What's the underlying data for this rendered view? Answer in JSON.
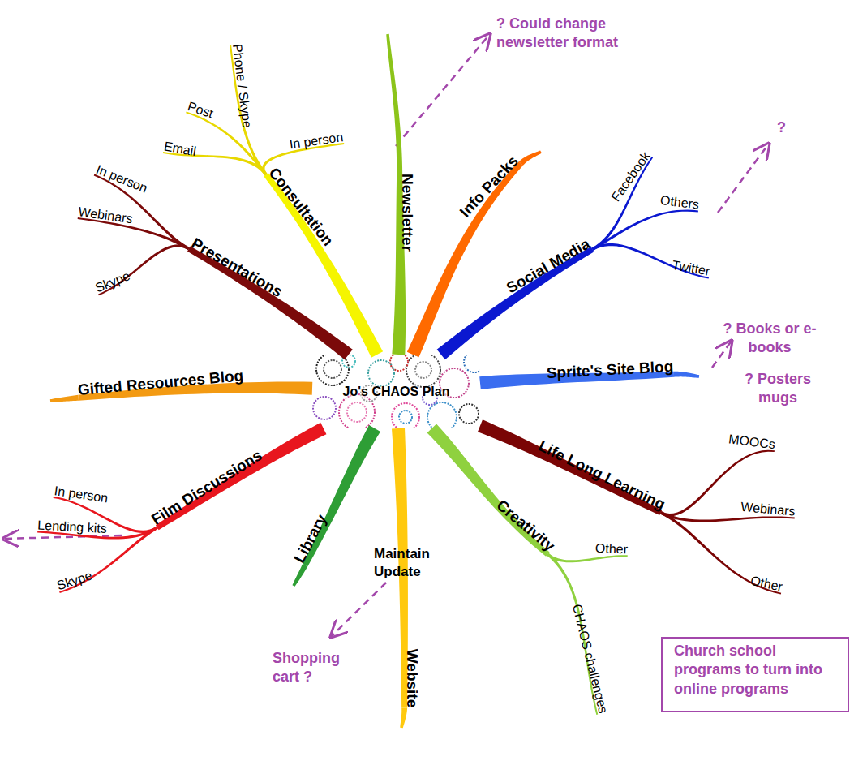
{
  "diagram": {
    "nodes": [
      {
        "text": [
          "Jo's CHAOS Plan"
        ]
      },
      {
        "text": [
          "Newsletter"
        ]
      },
      {
        "text": [
          "Info Packs"
        ]
      },
      {
        "text": [
          "Social Media"
        ]
      },
      {
        "text": [
          "Facebook"
        ]
      },
      {
        "text": [
          "Others"
        ]
      },
      {
        "text": [
          "Twitter"
        ]
      },
      {
        "text": [
          "Sprite's Site Blog"
        ]
      },
      {
        "text": [
          "Life Long Learning"
        ]
      },
      {
        "text": [
          "MOOCs"
        ]
      },
      {
        "text": [
          "Webinars"
        ]
      },
      {
        "text": [
          "Other"
        ]
      },
      {
        "text": [
          "Creativity"
        ]
      },
      {
        "text": [
          "Other"
        ]
      },
      {
        "text": [
          "CHAOS challenges"
        ]
      },
      {
        "text": [
          "Website"
        ]
      },
      {
        "text": [
          "Library"
        ]
      },
      {
        "text": [
          "Film Discussions"
        ]
      },
      {
        "text": [
          "In person"
        ]
      },
      {
        "text": [
          "Lending kits"
        ]
      },
      {
        "text": [
          "Skype"
        ]
      },
      {
        "text": [
          "Gifted Resources Blog"
        ]
      },
      {
        "text": [
          "Presentations"
        ]
      },
      {
        "text": [
          "In person"
        ]
      },
      {
        "text": [
          "Webinars"
        ]
      },
      {
        "text": [
          "Skype"
        ]
      },
      {
        "text": [
          "Consultation"
        ]
      },
      {
        "text": [
          "Email"
        ]
      },
      {
        "text": [
          "Post"
        ]
      },
      {
        "text": [
          "Phone / Skype"
        ]
      },
      {
        "text": [
          "In person"
        ]
      },
      {
        "text": [
          "Church school programs to turn into online programs"
        ]
      }
    ],
    "edges": [
      {
        "from": 0,
        "to": 1,
        "arrow": "none"
      },
      {
        "from": 0,
        "to": 2,
        "arrow": "none"
      },
      {
        "from": 0,
        "to": 3,
        "arrow": "none"
      },
      {
        "from": 3,
        "to": 4,
        "arrow": "none"
      },
      {
        "from": 3,
        "to": 5,
        "arrow": "none"
      },
      {
        "from": 3,
        "to": 6,
        "arrow": "none"
      },
      {
        "from": 0,
        "to": 7,
        "arrow": "none"
      },
      {
        "from": 0,
        "to": 8,
        "arrow": "none"
      },
      {
        "from": 8,
        "to": 9,
        "arrow": "none"
      },
      {
        "from": 8,
        "to": 10,
        "arrow": "none"
      },
      {
        "from": 8,
        "to": 11,
        "arrow": "none"
      },
      {
        "from": 0,
        "to": 12,
        "arrow": "none"
      },
      {
        "from": 12,
        "to": 13,
        "arrow": "none"
      },
      {
        "from": 12,
        "to": 14,
        "arrow": "none"
      },
      {
        "from": 0,
        "to": 15,
        "arrow": "none"
      },
      {
        "from": 0,
        "to": 16,
        "arrow": "none"
      },
      {
        "from": 0,
        "to": 17,
        "arrow": "none"
      },
      {
        "from": 17,
        "to": 18,
        "arrow": "none"
      },
      {
        "from": 17,
        "to": 19,
        "arrow": "none"
      },
      {
        "from": 17,
        "to": 20,
        "arrow": "none"
      },
      {
        "from": 0,
        "to": 21,
        "arrow": "none"
      },
      {
        "from": 0,
        "to": 22,
        "arrow": "none"
      },
      {
        "from": 22,
        "to": 23,
        "arrow": "none"
      },
      {
        "from": 22,
        "to": 24,
        "arrow": "none"
      },
      {
        "from": 22,
        "to": 25,
        "arrow": "none"
      },
      {
        "from": 0,
        "to": 26,
        "arrow": "none"
      },
      {
        "from": 26,
        "to": 27,
        "arrow": "none"
      },
      {
        "from": 26,
        "to": 28,
        "arrow": "none"
      },
      {
        "from": 26,
        "to": 29,
        "arrow": "none"
      },
      {
        "from": 26,
        "to": 30,
        "arrow": "none"
      }
    ],
    "labels": [
      "? Could change newsletter format",
      "?",
      "? Books or e-books",
      "? Posters mugs",
      "Maintain Update",
      "Shopping cart ?"
    ]
  }
}
